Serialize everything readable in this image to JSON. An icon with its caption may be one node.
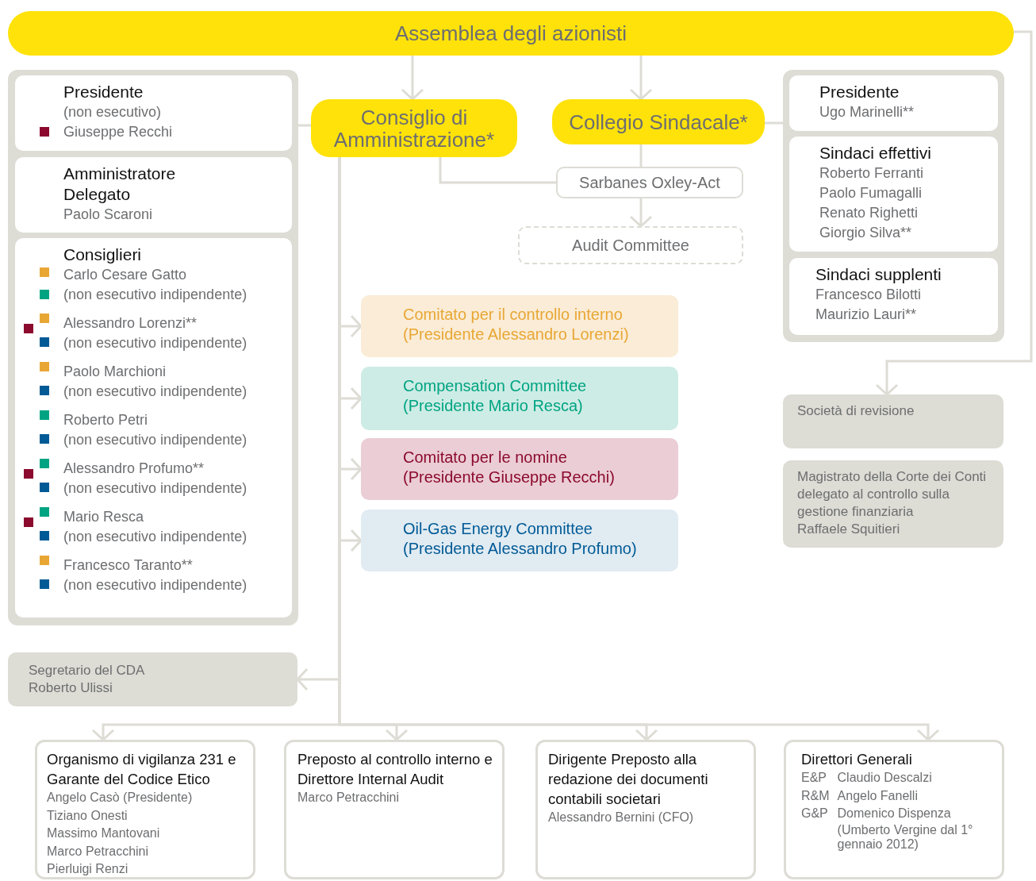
{
  "diagram": {
    "nodes": [
      {
        "text": [
          "Assemblea degli azionisti"
        ]
      },
      {
        "text": [],
        "shape": "box"
      },
      {
        "text": [
          "Presidente",
          "(non esecutivo)",
          "Giuseppe Recchi"
        ],
        "in": 1
      },
      {
        "text": [
          "Amministratore Delegato",
          "Paolo Scaroni"
        ],
        "in": 1
      },
      {
        "text": [
          "Consiglieri",
          "Carlo Cesare Gatto",
          "(non esecutivo indipendente)",
          "Alessandro Lorenzi**",
          "(non esecutivo indipendente)",
          "Paolo Marchioni",
          "(non esecutivo indipendente)",
          "Roberto Petri",
          "(non esecutivo indipendente)",
          "Alessandro Profumo**",
          "(non esecutivo indipendente)",
          "Mario Resca",
          "(non esecutivo indipendente)",
          "Francesco Taranto**",
          "(non esecutivo indipendente)"
        ],
        "in": 1
      },
      {
        "text": [
          "Consiglio di Amministrazione*"
        ]
      },
      {
        "text": [
          "Collegio Sindacale*"
        ]
      },
      {
        "text": [
          "Sarbanes Oxley-Act"
        ]
      },
      {
        "text": [
          "Audit Committee"
        ]
      },
      {
        "text": [],
        "shape": "box"
      },
      {
        "text": [
          "Presidente",
          "Ugo Marinelli**"
        ],
        "in": 9
      },
      {
        "text": [
          "Sindaci effettivi",
          "Roberto Ferranti",
          "Paolo Fumagalli",
          "Renato Righetti",
          "Giorgio Silva**"
        ],
        "in": 9
      },
      {
        "text": [
          "Sindaci supplenti",
          "Francesco Bilotti",
          "Maurizio Lauri**"
        ],
        "in": 9
      },
      {
        "text": [
          "Comitato per il controllo interno",
          "(Presidente Alessandro Lorenzi)"
        ]
      },
      {
        "text": [
          "Compensation Committee",
          "(Presidente Mario Resca)"
        ]
      },
      {
        "text": [
          "Comitato per le nomine",
          "(Presidente Giuseppe Recchi)"
        ]
      },
      {
        "text": [
          "Oil-Gas Energy Committee",
          "(Presidente Alessandro Profumo)"
        ]
      },
      {
        "text": [
          "Società di revisione"
        ]
      },
      {
        "text": [
          "Magistrato della Corte dei Conti delegato al controllo sulla gestione finanziaria",
          "Raffaele Squitieri"
        ]
      },
      {
        "text": [
          "Segretario del CDA",
          "Roberto Ulissi"
        ]
      },
      {
        "text": [
          "Organismo di vigilanza 231 e Garante del Codice Etico",
          "Angelo Casò (Presidente)",
          "Tiziano Onesti",
          "Massimo Mantovani",
          "Marco Petracchini",
          "Pierluigi Renzi"
        ]
      },
      {
        "text": [
          "Preposto al controllo interno e Direttore Internal Audit",
          "Marco Petracchini"
        ]
      },
      {
        "text": [
          "Dirigente Preposto alla redazione dei documenti contabili societari",
          "Alessandro Bernini (CFO)"
        ]
      },
      {
        "text": [
          "Direttori Generali",
          "E&P",
          "Claudio Descalzi",
          "R&M",
          "Angelo Fanelli",
          "G&P",
          "Domenico Dispenza",
          "(Umberto Vergine dal 1° gennaio 2012)"
        ]
      }
    ],
    "edges": [
      {
        "from": 0,
        "to": 5,
        "arrow": "to"
      },
      {
        "from": 0,
        "to": 6,
        "arrow": "to"
      },
      {
        "from": 5,
        "to": 1,
        "arrow": "none"
      },
      {
        "from": 6,
        "to": 9,
        "arrow": "none"
      },
      {
        "from": 5,
        "to": 7,
        "arrow": "none"
      },
      {
        "from": 6,
        "to": 7,
        "arrow": "none"
      },
      {
        "from": 7,
        "to": 8,
        "arrow": "to"
      },
      {
        "from": 5,
        "to": 13,
        "arrow": "to"
      },
      {
        "from": 5,
        "to": 14,
        "arrow": "to"
      },
      {
        "from": 5,
        "to": 15,
        "arrow": "to"
      },
      {
        "from": 5,
        "to": 16,
        "arrow": "to"
      },
      {
        "from": 5,
        "to": 19,
        "arrow": "to"
      },
      {
        "from": 5,
        "to": 20,
        "arrow": "to"
      },
      {
        "from": 5,
        "to": 21,
        "arrow": "to"
      },
      {
        "from": 5,
        "to": 22,
        "arrow": "to"
      },
      {
        "from": 5,
        "to": 23,
        "arrow": "to"
      },
      {
        "from": 0,
        "to": 17,
        "arrow": "to"
      }
    ]
  }
}
